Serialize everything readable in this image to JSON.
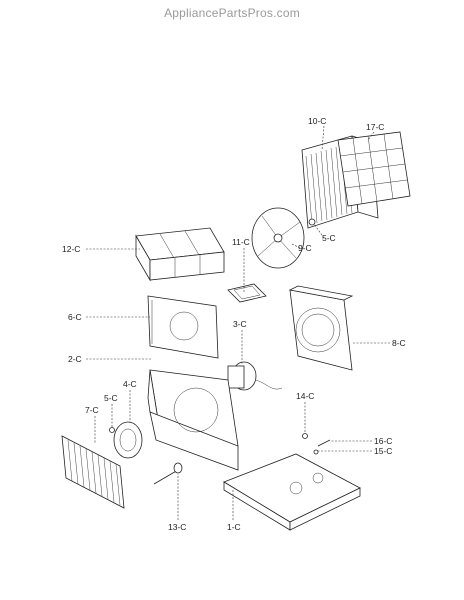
{
  "watermark": "AppliancePartsPros.com",
  "callouts": [
    {
      "id": "label-10c",
      "text": "10-C"
    },
    {
      "id": "label-17c",
      "text": "17-C"
    },
    {
      "id": "label-12c",
      "text": "12-C"
    },
    {
      "id": "label-11c",
      "text": "11-C"
    },
    {
      "id": "label-5c-top",
      "text": "5-C"
    },
    {
      "id": "label-9c",
      "text": "9-C"
    },
    {
      "id": "label-6c",
      "text": "6-C"
    },
    {
      "id": "label-3c",
      "text": "3-C"
    },
    {
      "id": "label-8c",
      "text": "8-C"
    },
    {
      "id": "label-2c",
      "text": "2-C"
    },
    {
      "id": "label-4c",
      "text": "4-C"
    },
    {
      "id": "label-5c-left",
      "text": "5-C"
    },
    {
      "id": "label-7c",
      "text": "7-C"
    },
    {
      "id": "label-14c",
      "text": "14-C"
    },
    {
      "id": "label-16c",
      "text": "16-C"
    },
    {
      "id": "label-15c",
      "text": "15-C"
    },
    {
      "id": "label-13c",
      "text": "13-C"
    },
    {
      "id": "label-1c",
      "text": "1-C"
    }
  ]
}
